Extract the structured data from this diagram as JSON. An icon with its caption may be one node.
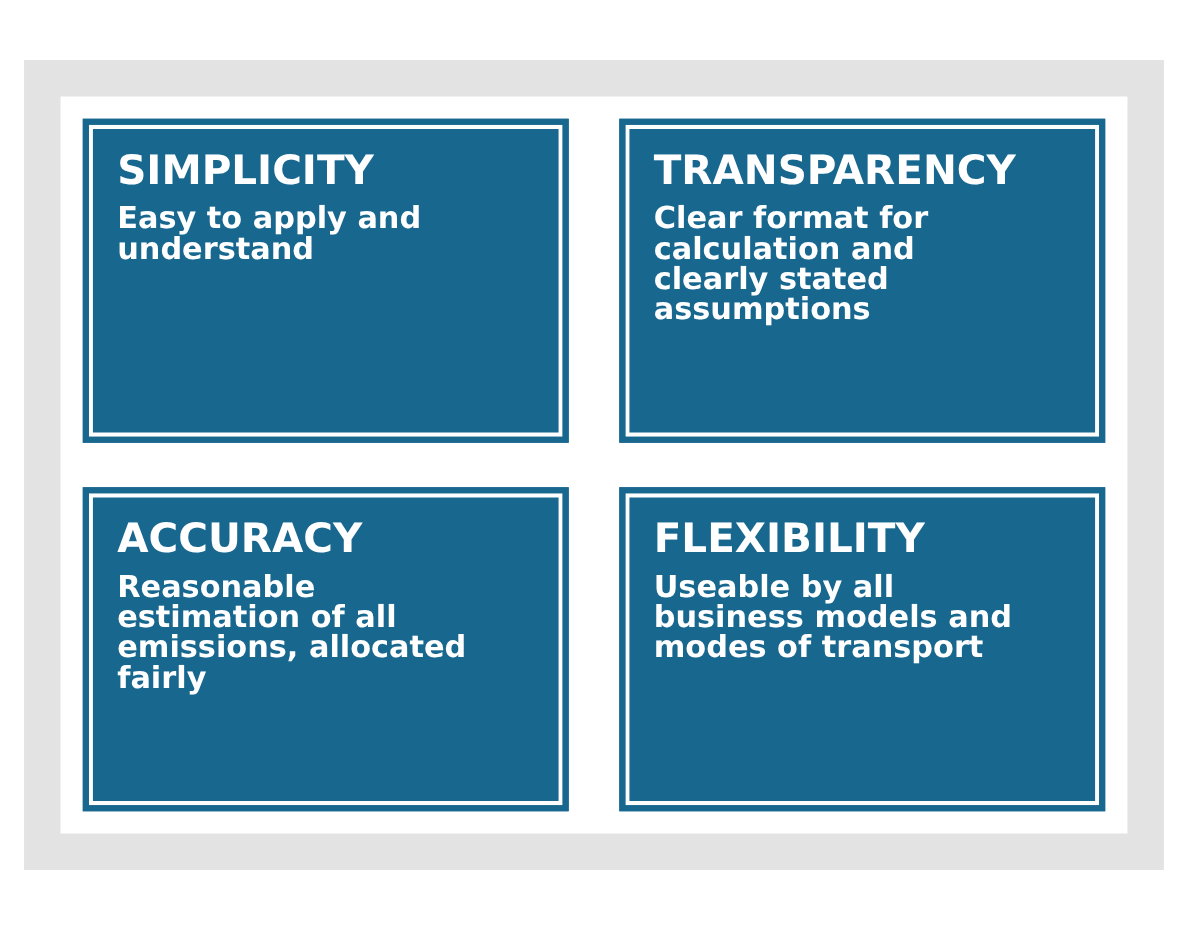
{
  "diagram": {
    "nodes": [
      {
        "text": [],
        "shape": "box"
      },
      {
        "text": [
          "SIMPLICITY",
          "Easy to apply and understand"
        ],
        "in": 0
      },
      {
        "text": [
          "TRANSPARENCY",
          "Clear format for calculation and clearly stated assumptions"
        ],
        "in": 0
      },
      {
        "text": [
          "ACCURACY",
          "Reasonable estimation of all emissions, allocated fairly"
        ],
        "in": 0
      },
      {
        "text": [
          "FLEXIBILITY",
          "Useable by all business models and modes of transport"
        ],
        "in": 0
      }
    ],
    "edges": []
  }
}
